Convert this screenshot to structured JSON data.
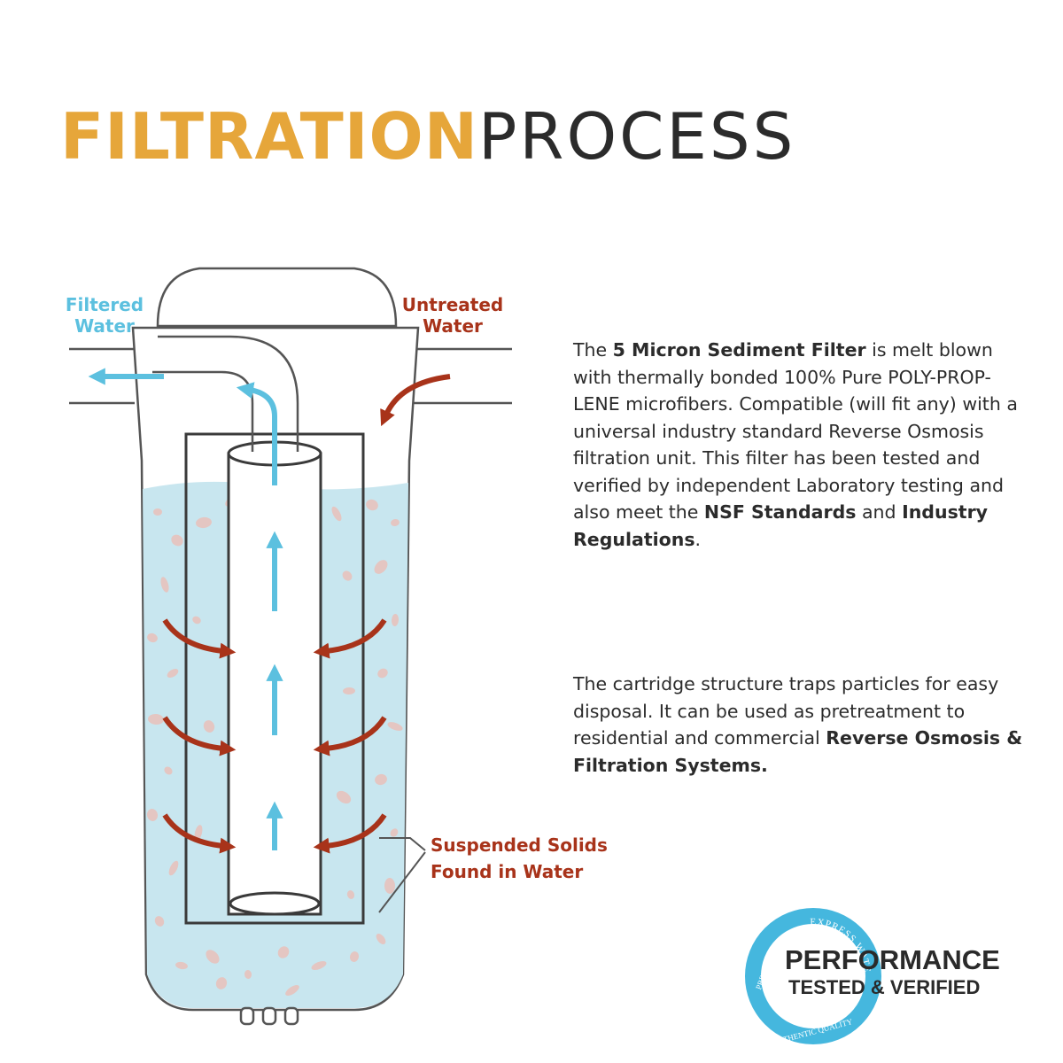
{
  "title": {
    "bold_part": "FILTRATION",
    "light_part": "PROCESS"
  },
  "colors": {
    "accent_orange": "#E6A63A",
    "arrow_blue": "#5CC0DF",
    "arrow_red": "#A8331A",
    "water_fill": "#C8E6EF",
    "particle": "#E4C6C2",
    "outline": "#3A3A3A",
    "badge_blue": "#45B7DE"
  },
  "labels": {
    "filtered_line1": "Filtered",
    "filtered_line2": "Water",
    "untreated_line1": "Untreated",
    "untreated_line2": "Water",
    "solids_line1": "Suspended Solids",
    "solids_line2": "Found in Water"
  },
  "para1": {
    "t1": "The ",
    "b1": "5 Micron Sediment Filter",
    "t2": " is melt blown with thermally bonded 100% Pure POLY-PROP-LENE microfibers.  Compatible (will fit any) with a universal industry standard Reverse Osmosis  filtration unit. This filter has been tested and verified by independent Laboratory testing and also meet the ",
    "b2": "NSF Standards",
    "t3": " and ",
    "b3": "Industry Regulations",
    "t4": "."
  },
  "para2": {
    "t1": "The cartridge structure traps particles for easy disposal. It can be used as pretreatment to residential and commercial ",
    "b1": "Reverse Osmosis & Filtration Systems."
  },
  "badge": {
    "line1": "PERFORMANCE",
    "line2": "TESTED & VERIFIED",
    "ring_top": "EXPRESS WATER",
    "ring_left": "PREMIUM",
    "ring_bottom": "AUTHENTIC QUALITY"
  }
}
